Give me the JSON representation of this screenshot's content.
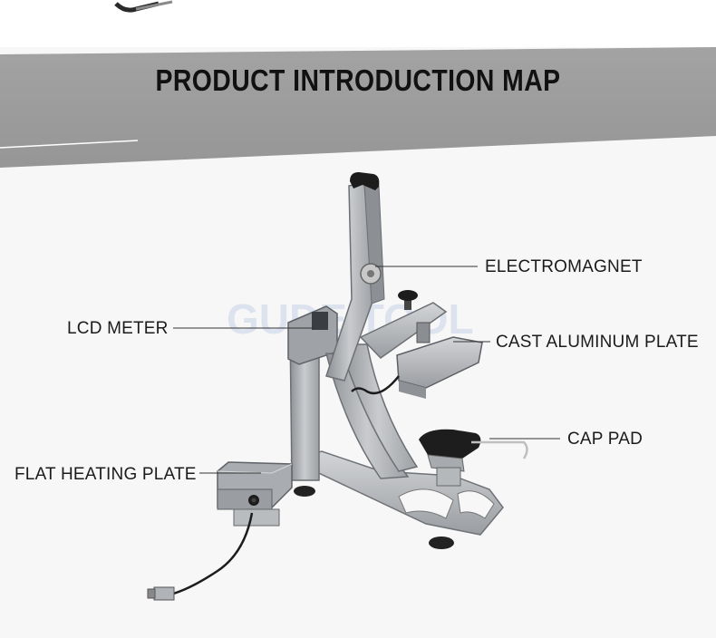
{
  "banner": {
    "title": "PRODUCT INTRODUCTION MAP"
  },
  "watermark": "GUDE TOOL",
  "callouts": {
    "electromagnet": "ELECTROMAGNET",
    "lcd_meter": "LCD METER",
    "cast_aluminum_plate": "CAST ALUMINUM PLATE",
    "cap_pad": "CAP PAD",
    "flat_heating_plate": "FLAT HEATING PLATE"
  },
  "colors": {
    "banner_gray": "#9c9c9c",
    "frame_silver": "#b4b6b9",
    "handle_black": "#1c1c1c",
    "text": "#1b1b1b"
  }
}
